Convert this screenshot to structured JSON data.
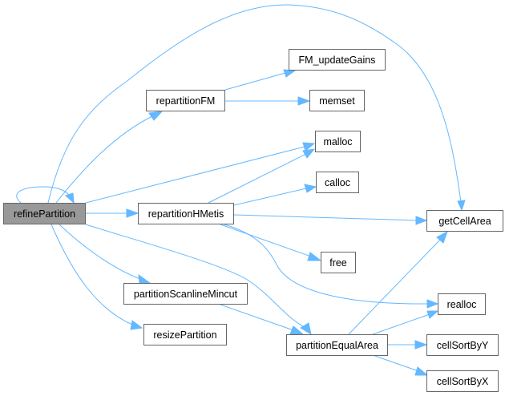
{
  "graph": {
    "edge_color": "#63b8ff",
    "root_fill": "#999999",
    "node_border": "#666666",
    "nodes": {
      "refinePartition": "refinePartition",
      "repartitionFM": "repartitionFM",
      "FM_updateGains": "FM_updateGains",
      "memset": "memset",
      "malloc": "malloc",
      "calloc": "calloc",
      "repartitionHMetis": "repartitionHMetis",
      "getCellArea": "getCellArea",
      "free": "free",
      "partitionScanlineMincut": "partitionScanlineMincut",
      "resizePartition": "resizePartition",
      "realloc": "realloc",
      "partitionEqualArea": "partitionEqualArea",
      "cellSortByY": "cellSortByY",
      "cellSortByX": "cellSortByX"
    },
    "edges": [
      [
        "refinePartition",
        "refinePartition"
      ],
      [
        "refinePartition",
        "getCellArea"
      ],
      [
        "refinePartition",
        "repartitionFM"
      ],
      [
        "refinePartition",
        "malloc"
      ],
      [
        "refinePartition",
        "repartitionHMetis"
      ],
      [
        "refinePartition",
        "partitionEqualArea"
      ],
      [
        "refinePartition",
        "partitionScanlineMincut"
      ],
      [
        "refinePartition",
        "resizePartition"
      ],
      [
        "repartitionFM",
        "FM_updateGains"
      ],
      [
        "repartitionFM",
        "memset"
      ],
      [
        "repartitionHMetis",
        "malloc"
      ],
      [
        "repartitionHMetis",
        "calloc"
      ],
      [
        "repartitionHMetis",
        "getCellArea"
      ],
      [
        "repartitionHMetis",
        "free"
      ],
      [
        "repartitionHMetis",
        "realloc"
      ],
      [
        "partitionScanlineMincut",
        "partitionEqualArea"
      ],
      [
        "partitionEqualArea",
        "getCellArea"
      ],
      [
        "partitionEqualArea",
        "realloc"
      ],
      [
        "partitionEqualArea",
        "cellSortByY"
      ],
      [
        "partitionEqualArea",
        "cellSortByX"
      ]
    ]
  }
}
